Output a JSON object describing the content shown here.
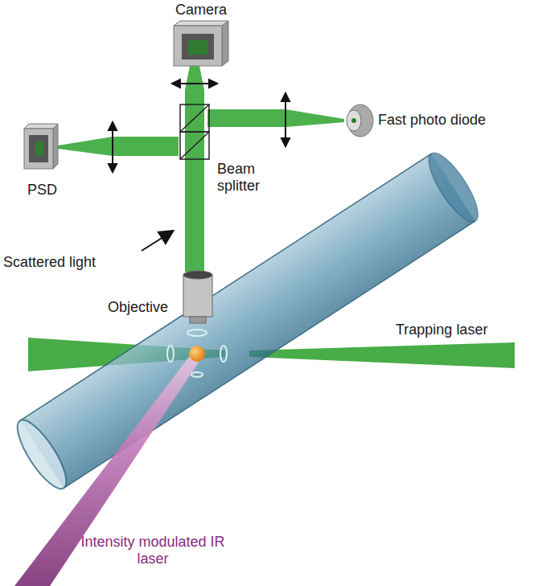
{
  "diagram": {
    "labels": [
      "Camera",
      "Fast photo diode",
      "PSD",
      "Beam splitter",
      "Scattered light",
      "Objective",
      "Trapping laser",
      "Intensity modulated IR laser"
    ]
  }
}
